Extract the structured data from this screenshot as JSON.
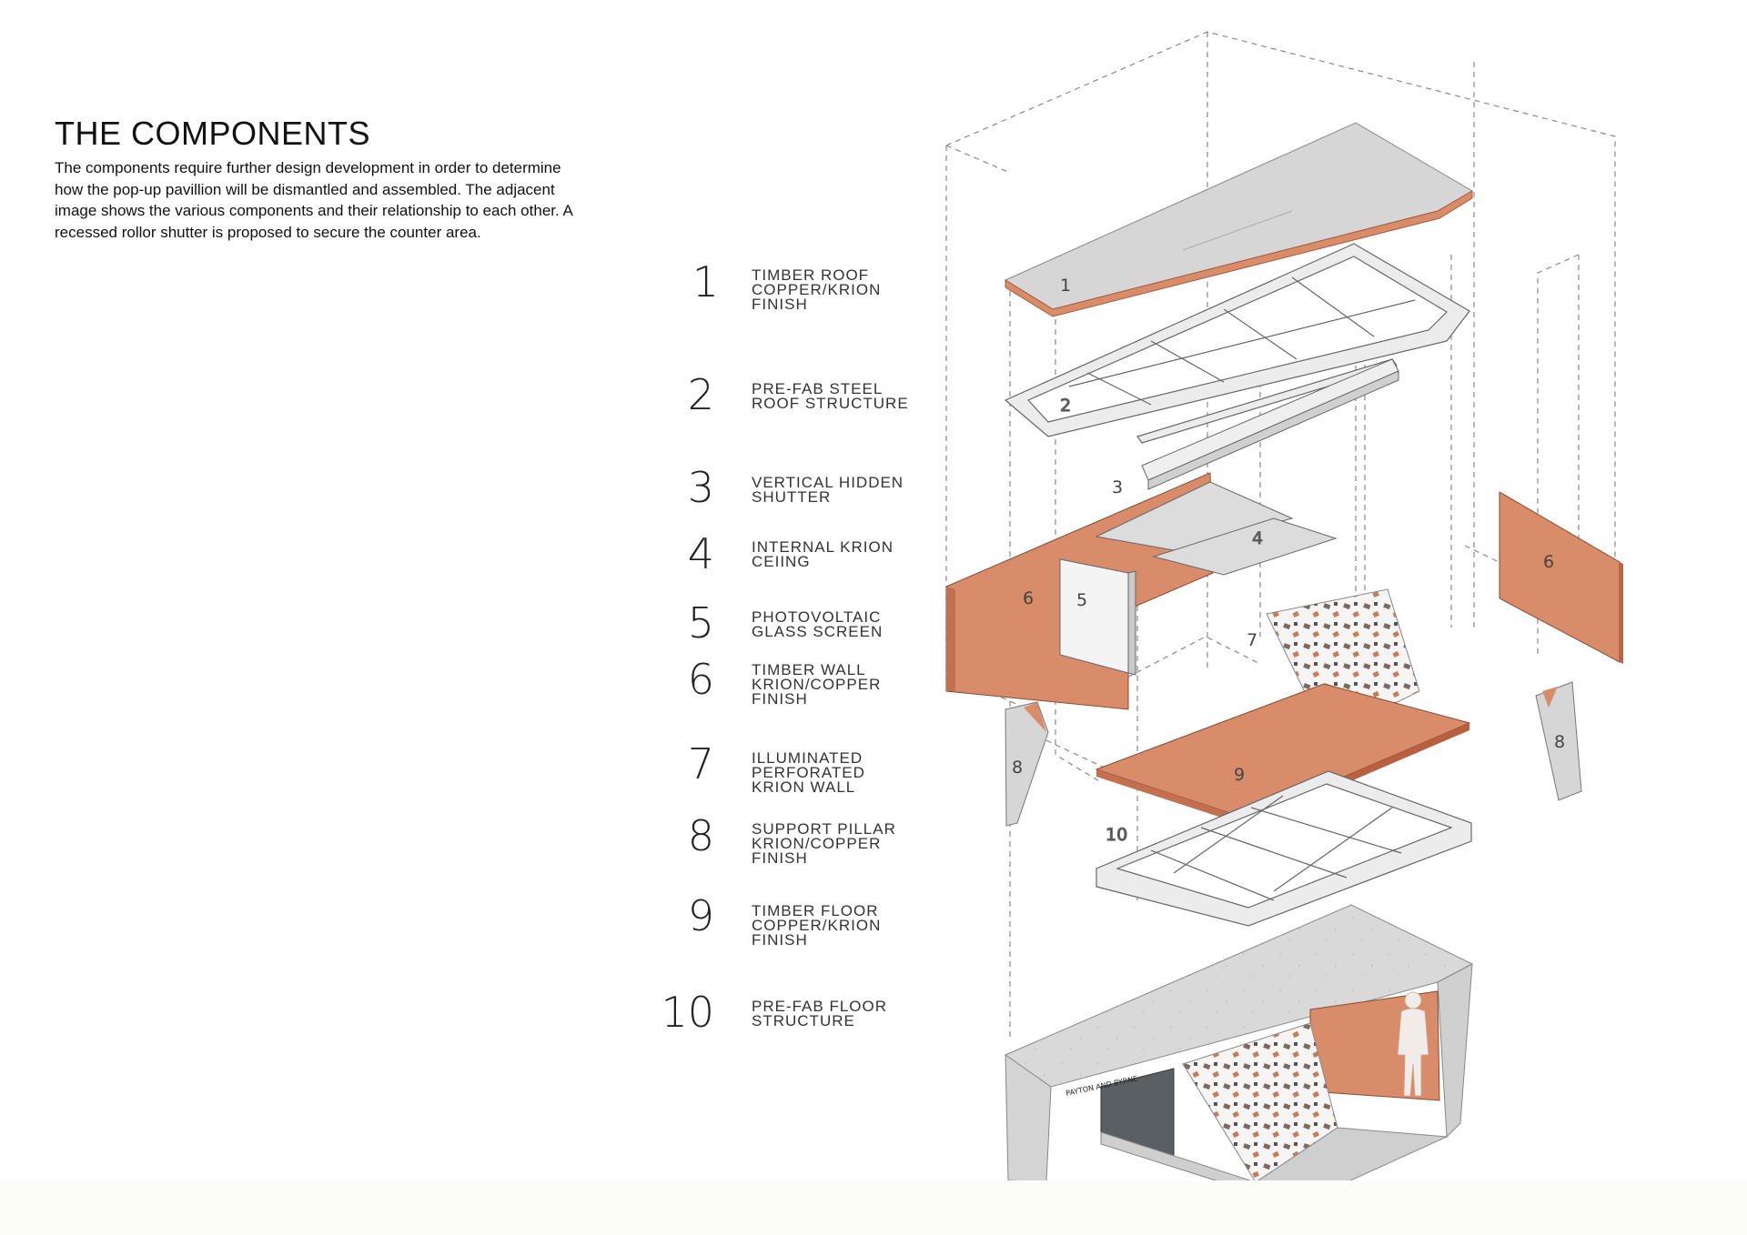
{
  "header": {
    "title": "THE COMPONENTS",
    "description": "The components require further design development in order to determine how the pop-up pavillion will be dismantled and assembled. The adjacent image shows the various components and their relationship to each other. A recessed rollor shutter is proposed to secure the counter area."
  },
  "components": [
    {
      "num": "1",
      "label": "TIMBER ROOF\nCOPPER/KRION\nFINISH"
    },
    {
      "num": "2",
      "label": "PRE-FAB STEEL\nROOF STRUCTURE"
    },
    {
      "num": "3",
      "label": "VERTICAL HIDDEN\nSHUTTER"
    },
    {
      "num": "4",
      "label": "INTERNAL KRION\nCEIING"
    },
    {
      "num": "5",
      "label": "PHOTOVOLTAIC\nGLASS SCREEN"
    },
    {
      "num": "6",
      "label": "TIMBER WALL\nKRION/COPPER\nFINISH"
    },
    {
      "num": "7",
      "label": "ILLUMINATED\nPERFORATED\nKRION WALL"
    },
    {
      "num": "8",
      "label": "SUPPORT PILLAR\nKRION/COPPER\nFINISH"
    },
    {
      "num": "9",
      "label": "TIMBER FLOOR\nCOPPER/KRION\nFINISH"
    },
    {
      "num": "10",
      "label": "PRE-FAB FLOOR\nSTRUCTURE"
    }
  ],
  "diagram_tags": {
    "roof": "1",
    "roof_structure": "2",
    "shutter": "3",
    "ceiling": "4",
    "glass_screen": "5",
    "wall_left": "6",
    "wall_right": "6",
    "perforated_wall": "7",
    "pillar_left": "8",
    "pillar_right": "8",
    "floor": "9",
    "floor_structure": "10",
    "sign_text": "PAYTON AND BYRNE"
  },
  "colors": {
    "copper": "#d98c6a",
    "copper_edge": "#c9714d",
    "krion": "#d8d8d8",
    "dashed_frame": "#777777"
  }
}
